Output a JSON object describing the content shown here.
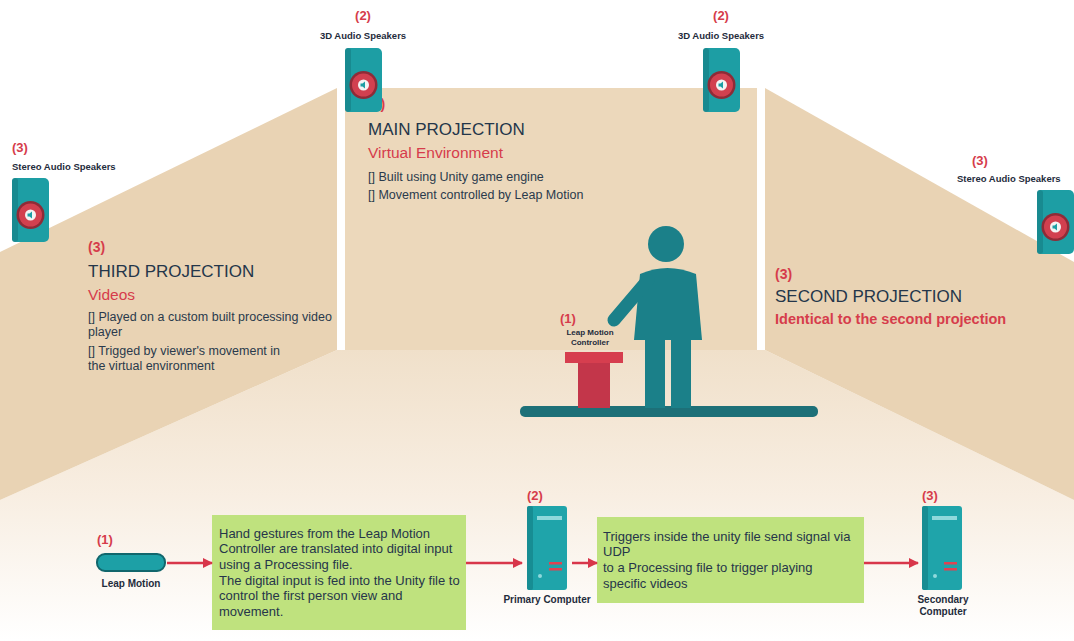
{
  "diagram": {
    "nodes": [
      {
        "text": [
          "(2)",
          "MAIN PROJECTION",
          "Virtual Environment",
          "[] Built using Unity game engine",
          "[] Movement controlled by Leap Motion"
        ]
      },
      {
        "text": [
          "(3)",
          "THIRD PROJECTION",
          "Videos",
          "[] Played on a custom built processing video player",
          "[] Trigged by viewer's movement in the virtual environment"
        ]
      },
      {
        "text": [
          "(3)",
          "SECOND PROJECTION",
          "Identical to the second projection"
        ]
      },
      {
        "text": [
          "(1)",
          "Leap Motion"
        ]
      },
      {
        "text": [
          "Hand gestures from the Leap Motion Controller are translated into digital input using a Processing file.",
          "The digital input is fed into the Unity file to control the first person view and movement."
        ]
      },
      {
        "text": [
          "(2)",
          "Primary Computer"
        ]
      },
      {
        "text": [
          "Triggers inside the unity file send signal via UDP",
          "to a Processing file to trigger playing specific videos"
        ]
      },
      {
        "text": [
          "(3)",
          "Secondary Computer"
        ]
      }
    ],
    "edges": [
      {
        "from": 3,
        "to": 4,
        "arrow": "to"
      },
      {
        "from": 4,
        "to": 5,
        "arrow": "to"
      },
      {
        "from": 5,
        "to": 6,
        "arrow": "to"
      },
      {
        "from": 6,
        "to": 7,
        "arrow": "to"
      }
    ],
    "labels": [
      "(2)",
      "3D Audio Speakers",
      "(2)",
      "3D Audio Speakers",
      "(3)",
      "Stereo Audio Speakers",
      "(3)",
      "Stereo Audio Speakers",
      "(1)",
      "Leap Motion Controller"
    ]
  }
}
